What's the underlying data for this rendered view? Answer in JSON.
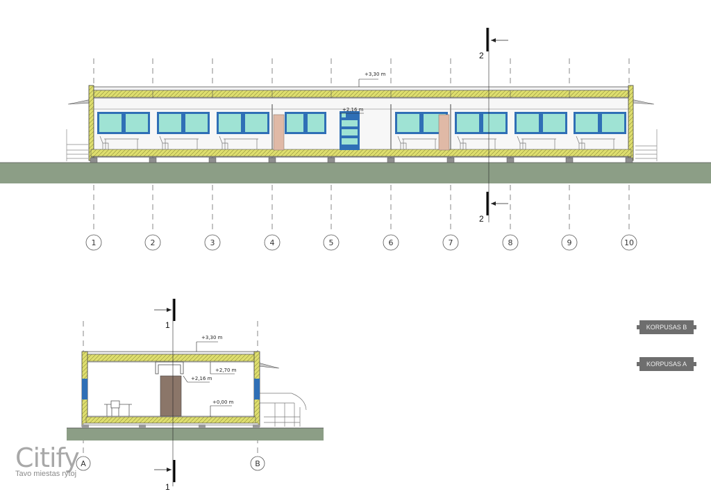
{
  "elevation": {
    "axes": [
      "1",
      "2",
      "3",
      "4",
      "5",
      "6",
      "7",
      "8",
      "9",
      "10"
    ],
    "level_roof": "+3,30 m",
    "level_door": "+2,16 m",
    "section_mark": "2"
  },
  "section": {
    "axes": [
      "A",
      "B"
    ],
    "level_roof": "+3,30 m",
    "level_ceiling": "+2,70 m",
    "level_door": "+2,16 m",
    "level_floor": "+0,00 m",
    "section_mark": "1"
  },
  "buttons": {
    "korpusas_b": "KORPUSAS B",
    "korpusas_a": "KORPUSAS A"
  },
  "brand": {
    "name": "Citify",
    "tagline": "Tavo miestas rytoj"
  },
  "colors": {
    "ground": "#8c9e86",
    "insulation": "#d9d96a",
    "window_frame": "#2f6fb6",
    "glass": "#9fe3d4",
    "door": "#e0b9a6"
  }
}
